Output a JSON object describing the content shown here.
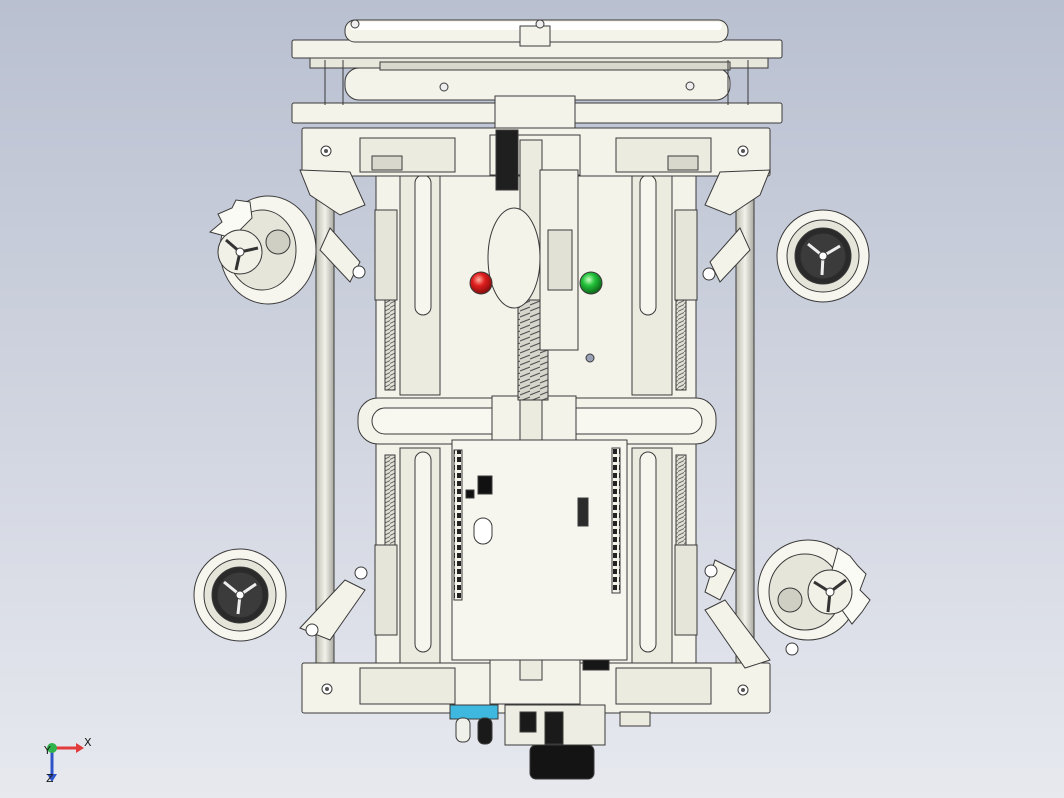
{
  "viewport": {
    "background_top": "#b9c0d0",
    "background_bottom": "#e7e9ef"
  },
  "model": {
    "part_fill": "#f4f3ea",
    "edge_color": "#3a3a3a",
    "indicators": [
      {
        "name": "red-led",
        "color": "#e01e1e"
      },
      {
        "name": "green-led",
        "color": "#22c23a"
      }
    ]
  },
  "triad": {
    "x_label": "X",
    "y_label": "Y",
    "z_label": "Z",
    "x_color": "#e23b3b",
    "y_color": "#2fb34a",
    "z_color": "#2f53c9"
  }
}
